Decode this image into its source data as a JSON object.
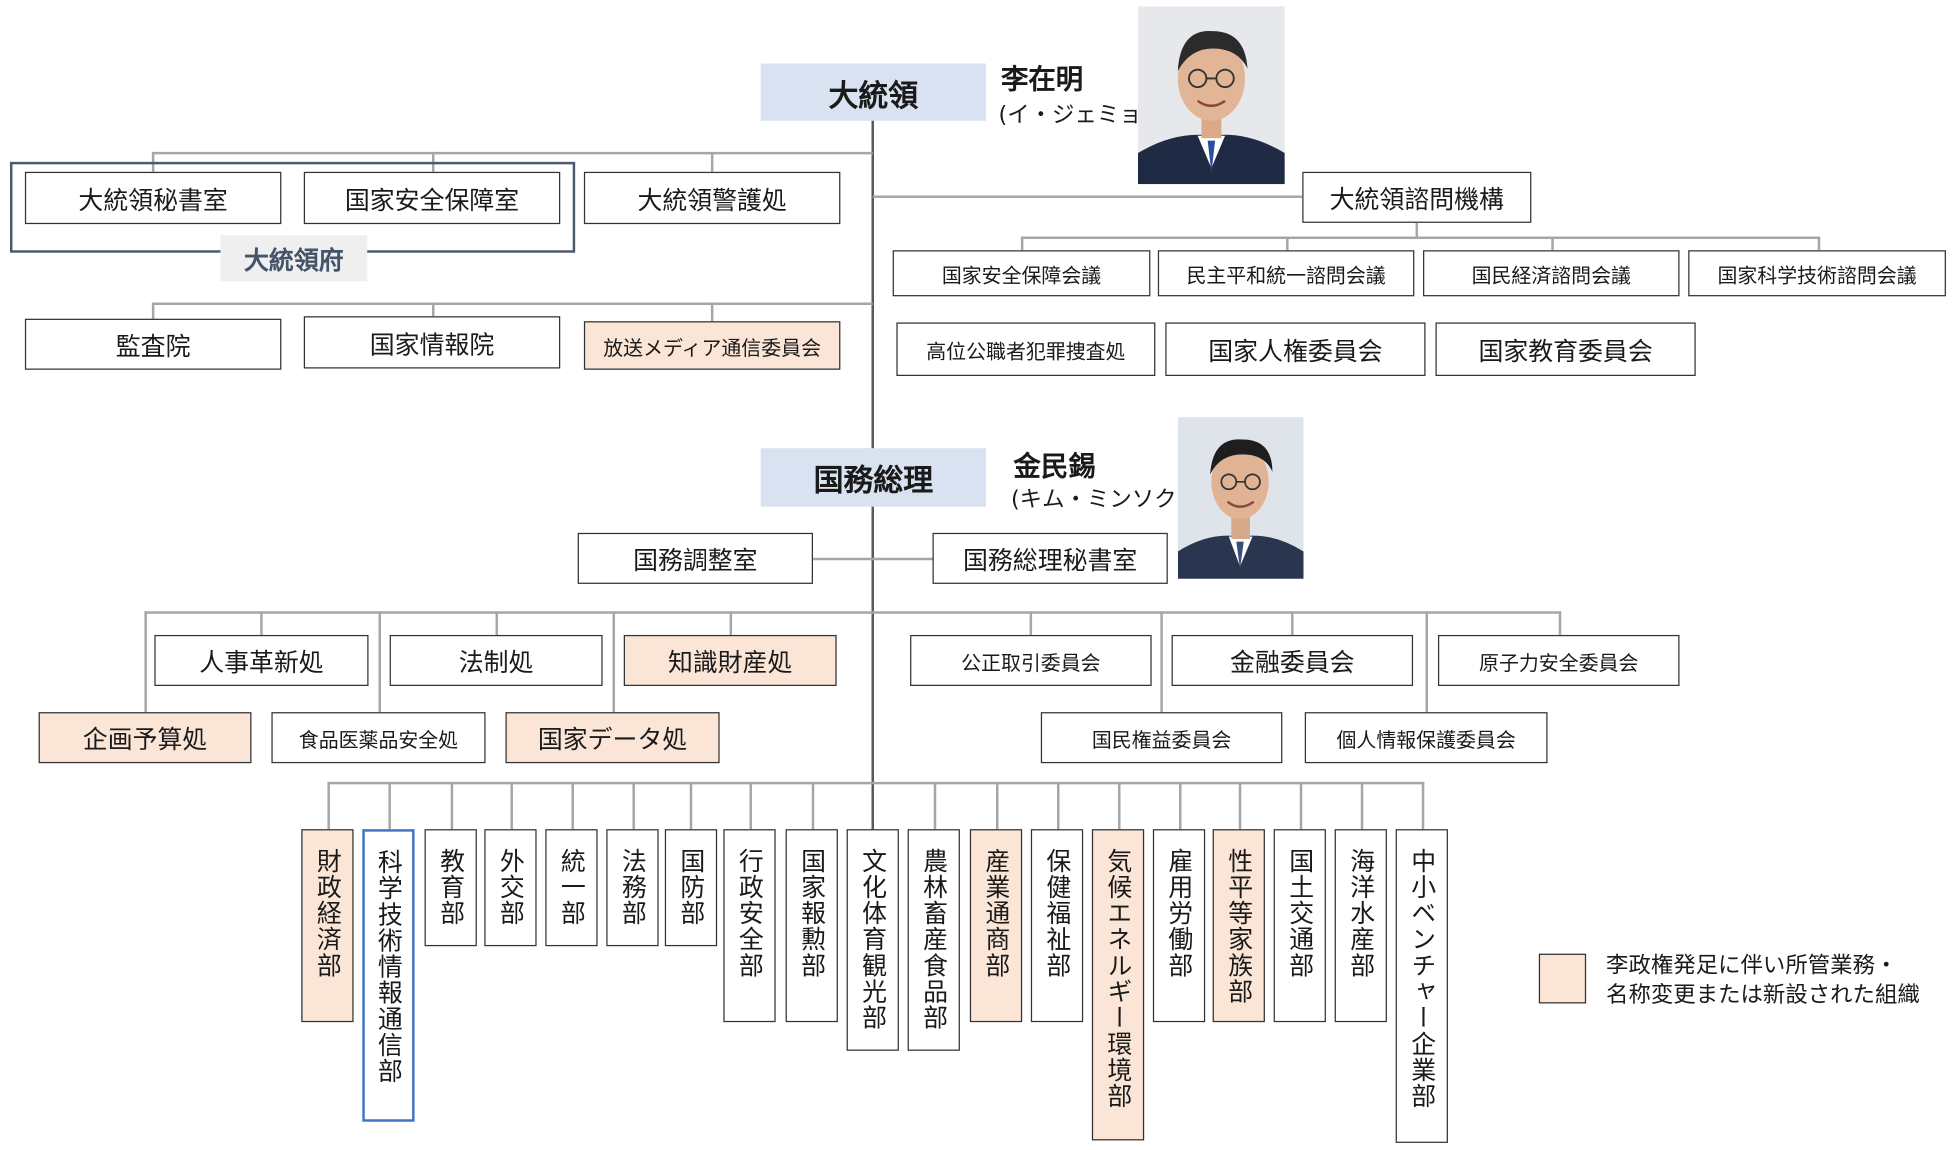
{
  "president": {
    "title": "大統領",
    "name": "李在明",
    "reading": "(イ・ジェミョン)"
  },
  "president_office": {
    "group_label": "大統領府",
    "secretariat": "大統領秘書室",
    "security_office": "国家安全保障室",
    "security_service": "大統領警護処"
  },
  "president_agencies": [
    "監査院",
    "国家情報院",
    "放送メディア通信委員会"
  ],
  "advisory": {
    "title": "大統領諮問機構",
    "councils": [
      "国家安全保障会議",
      "民主平和統一諮問会議",
      "国民経済諮問会議",
      "国家科学技術諮問会議"
    ],
    "independent": [
      "高位公職者犯罪捜査処",
      "国家人権委員会",
      "国家教育委員会"
    ]
  },
  "prime_minister": {
    "title": "国務総理",
    "name": "金民錫",
    "reading": "(キム・ミンソク)"
  },
  "pm_offices": {
    "coordination": "国務調整室",
    "secretariat": "国務総理秘書室"
  },
  "ministries_left": {
    "row1": [
      "人事革新処",
      "法制処",
      "知識財産処"
    ],
    "row2": [
      "企画予算処",
      "食品医薬品安全処",
      "国家データ処"
    ]
  },
  "committees_right": {
    "row1": [
      "公正取引委員会",
      "金融委員会",
      "原子力安全委員会"
    ],
    "row2": [
      "国民権益委員会",
      "個人情報保護委員会"
    ]
  },
  "departments": [
    "財政経済部",
    "科学技術情報通信部",
    "教育部",
    "外交部",
    "統一部",
    "法務部",
    "国防部",
    "行政安全部",
    "国家報勲部",
    "文化体育観光部",
    "農林畜産食品部",
    "産業通商部",
    "保健福祉部",
    "気候エネルギー環境部",
    "雇用労働部",
    "性平等家族部",
    "国土交通部",
    "海洋水産部",
    "中小ベンチャー企業部"
  ],
  "legend": {
    "line1": "李政権発足に伴い所管業務・",
    "line2": "名称変更または新設された組織"
  },
  "colors": {
    "highlight": "#fbe5d6",
    "head": "#d9e2f1",
    "science_border": "#4472c4",
    "frame": "#4d5a6e"
  }
}
